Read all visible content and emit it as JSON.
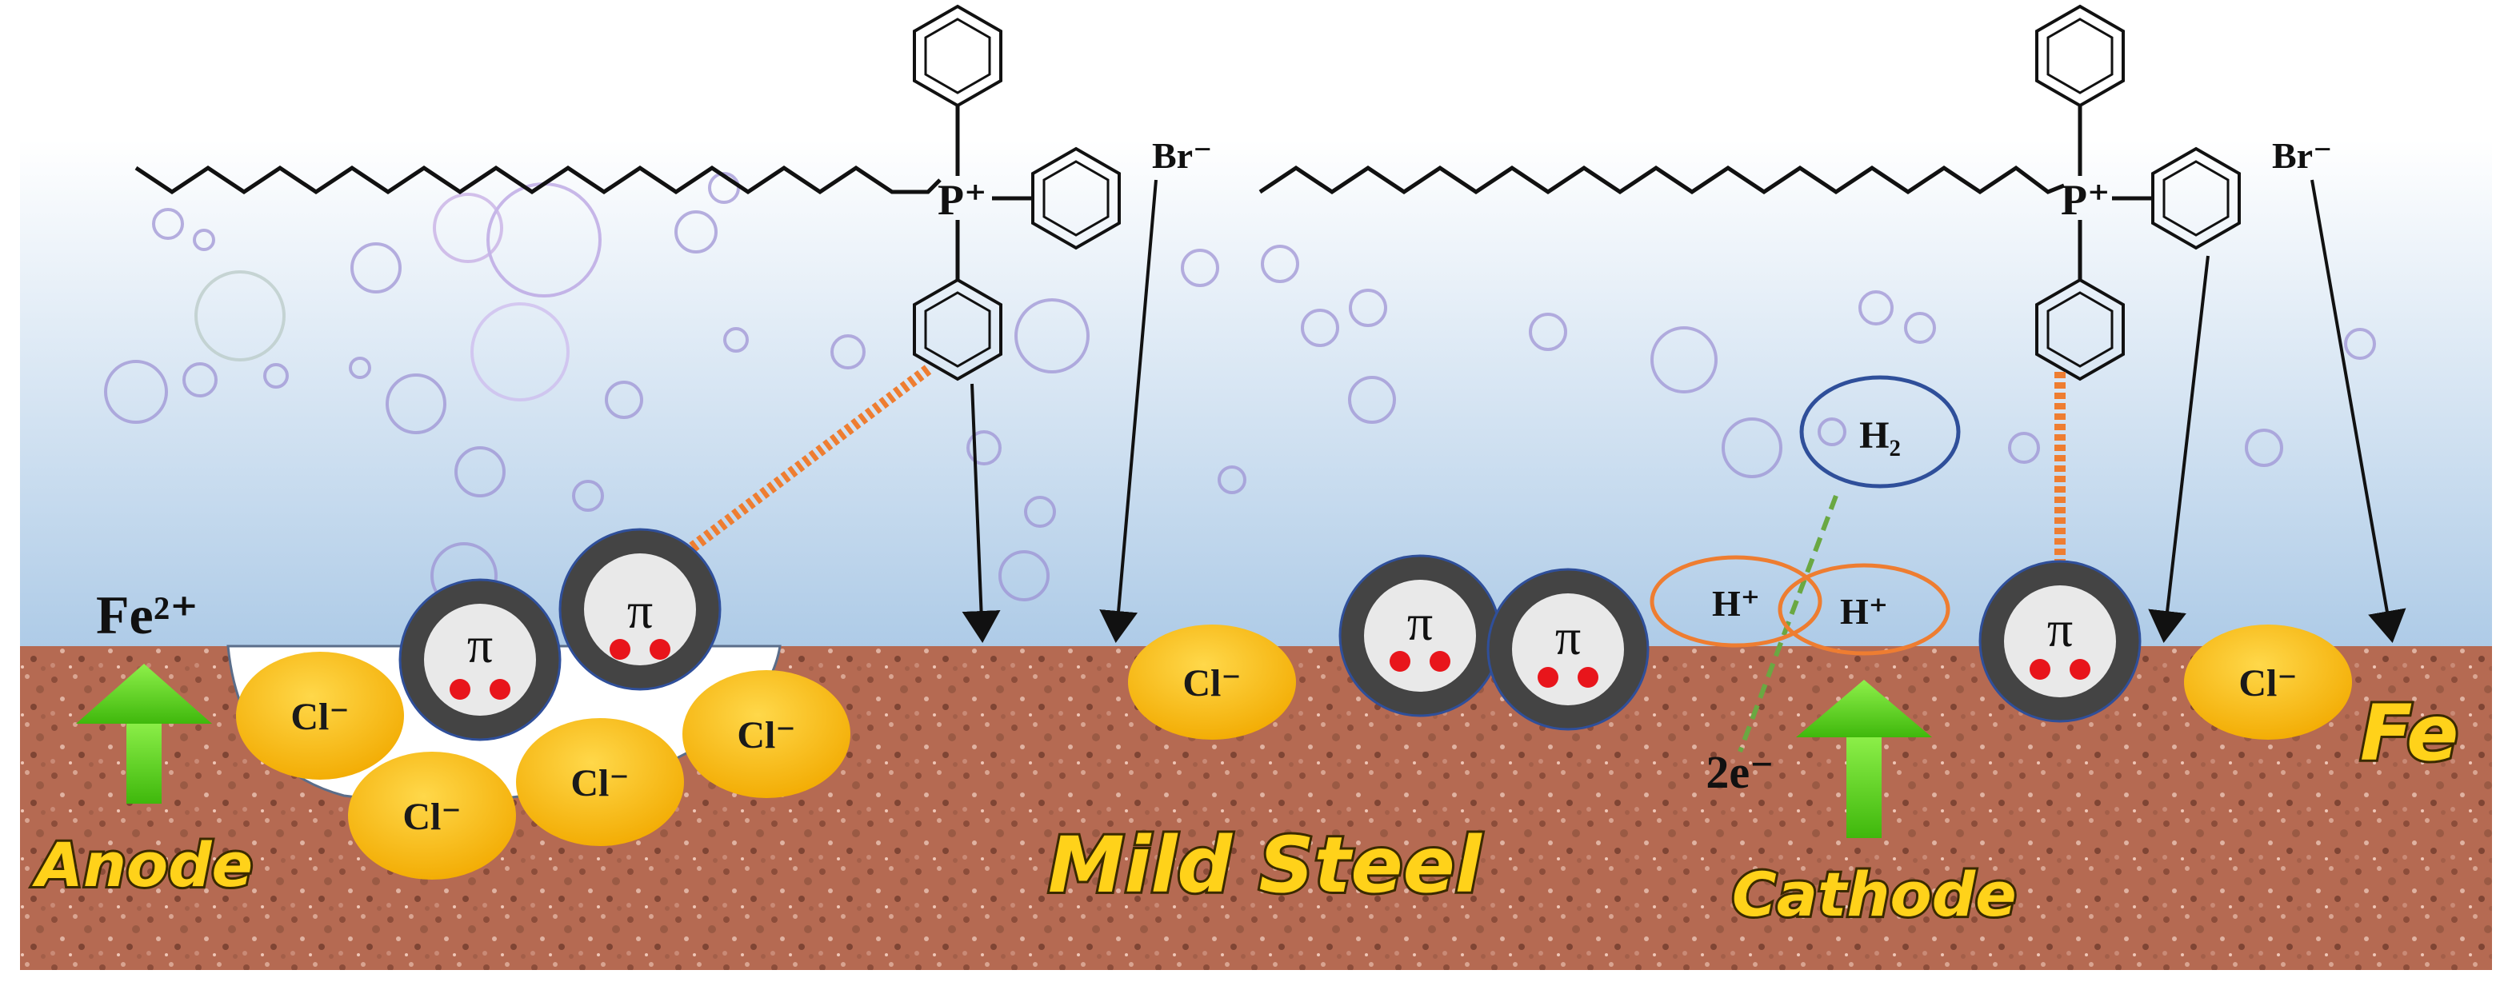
{
  "labels": {
    "fe2plus": "Fe²⁺",
    "anode": "Anode",
    "cathode": "Cathode",
    "mild_steel": "Mild Steel",
    "fe": "Fe",
    "br_left": "Br⁻",
    "br_right": "Br⁻",
    "p_left": "P⁺",
    "p_right": "P⁺",
    "h2": "H₂",
    "h_plus_1": "H⁺",
    "h_plus_2": "H⁺",
    "two_e": "2e⁻",
    "cl": "Cl⁻",
    "pi": "π"
  },
  "colors": {
    "solution_top": "#ffffff",
    "solution_bottom": "#aecbe7",
    "steel": "#b56a52",
    "chloride": "#ffc20e",
    "pi_ring": "#444444",
    "pi_core": "#e9e9e9",
    "electron": "#e8151b",
    "interaction": "#ee7d31",
    "arrow_green": "#5bd21b",
    "h2_circle": "#2f4f9a",
    "h_plus_ring": "#ee7d31",
    "bond_dash": "#6aa842"
  }
}
